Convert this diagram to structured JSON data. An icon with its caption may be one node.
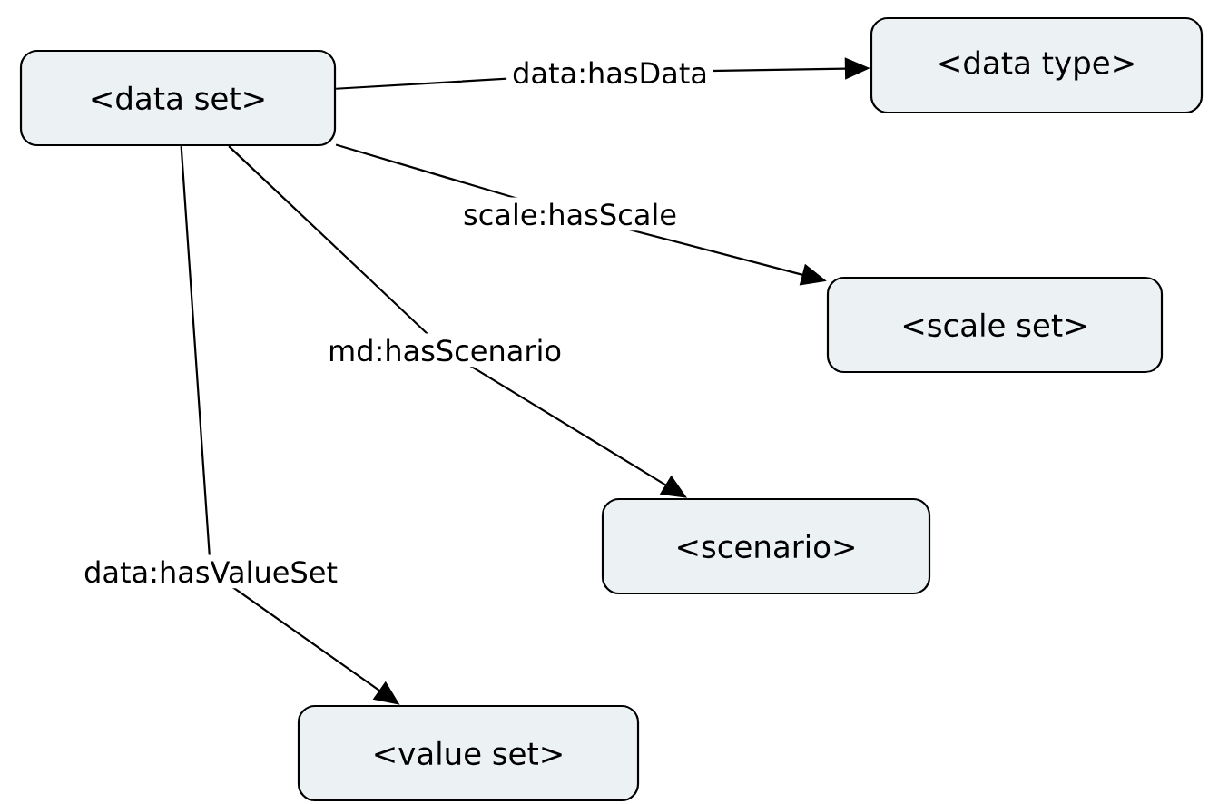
{
  "diagram": {
    "nodes": [
      {
        "text": [
          "<data set>"
        ]
      },
      {
        "text": [
          "<data type>"
        ]
      },
      {
        "text": [
          "<scale set>"
        ]
      },
      {
        "text": [
          "<scenario>"
        ]
      },
      {
        "text": [
          "<value set>"
        ]
      }
    ],
    "edges": [
      {
        "from": 0,
        "to": 1,
        "arrow": "to",
        "label": "data:hasData"
      },
      {
        "from": 0,
        "to": 2,
        "arrow": "to",
        "label": "scale:hasScale"
      },
      {
        "from": 0,
        "to": 3,
        "arrow": "to",
        "label": "md:hasScenario"
      },
      {
        "from": 0,
        "to": 4,
        "arrow": "to",
        "label": "data:hasValueSet"
      }
    ]
  }
}
